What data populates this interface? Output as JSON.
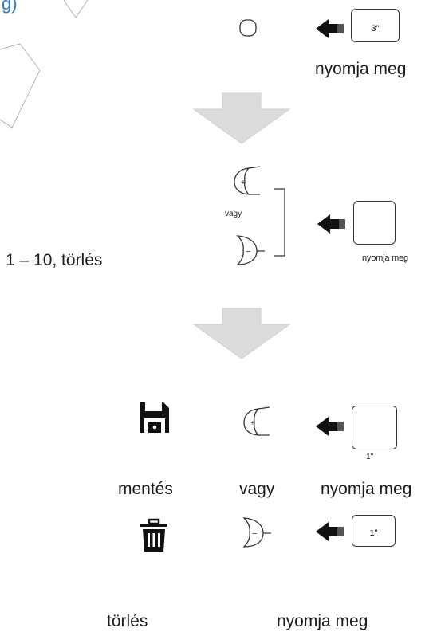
{
  "header_fragment": "g)",
  "step1": {
    "timer": "3\"",
    "caption": "nyomja meg"
  },
  "step2": {
    "or_label": "vagy",
    "range_label": "1 – 10, törlés",
    "caption": "nyomja meg"
  },
  "step3": {
    "timer": "1\"",
    "save_label": "mentés",
    "or_label": "vagy",
    "caption": "nyomja meg"
  },
  "step4": {
    "timer": "1\"",
    "delete_label": "törlés",
    "caption": "nyomja meg"
  },
  "colors": {
    "arrow_fill": "#dcdcdc",
    "line": "#333333",
    "black": "#111111",
    "accent_blue": "#2a7bd0"
  },
  "icons": [
    "circle-button-icon",
    "left-arrow-icon",
    "down-arrow-icon",
    "plus-moon-icon",
    "minus-moon-icon",
    "bracket-icon",
    "floppy-disk-icon",
    "trash-can-icon"
  ]
}
